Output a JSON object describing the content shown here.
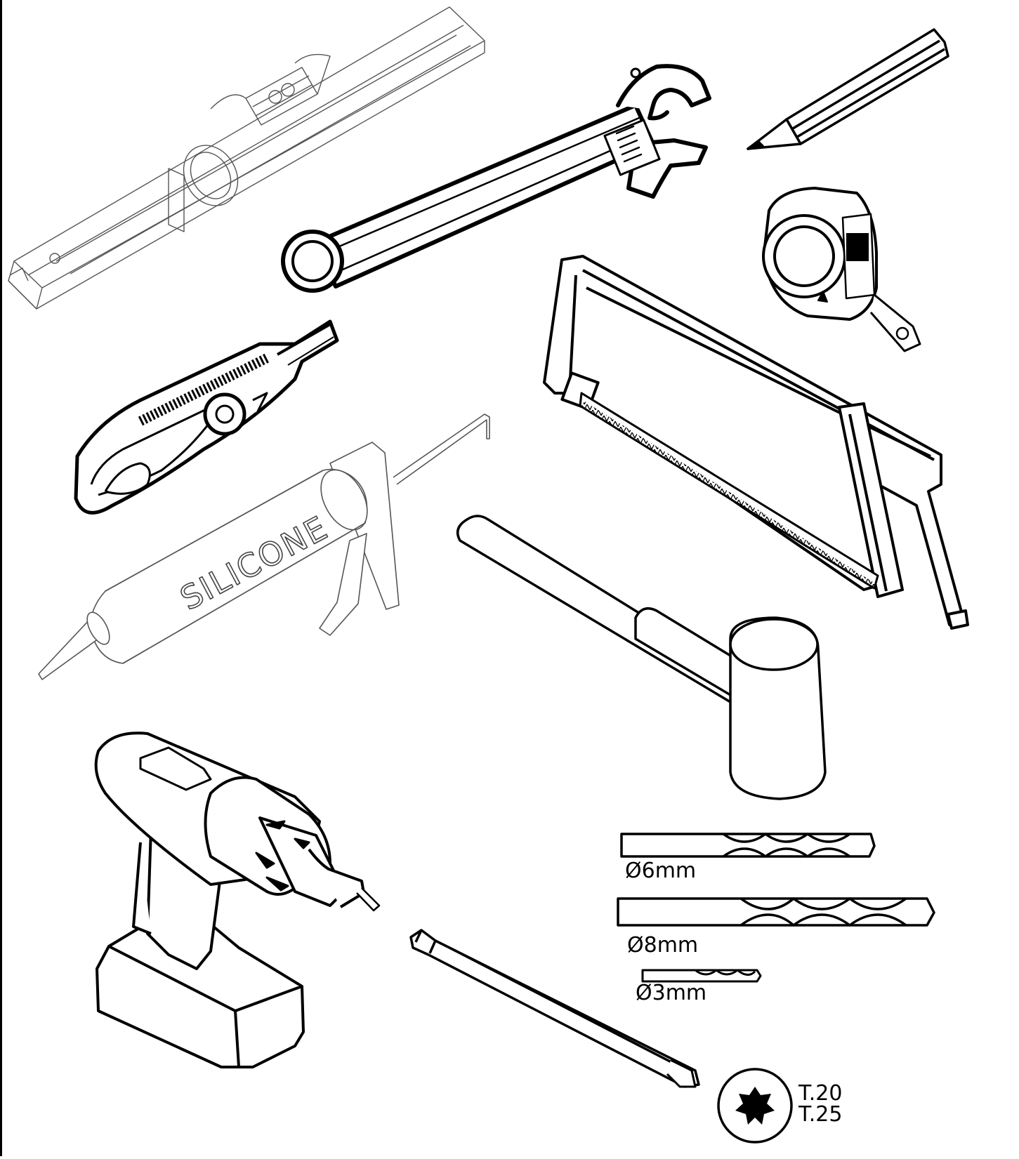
{
  "labels": {
    "cartridge_text": "SILICONE",
    "drill_bit_6": "Ø6mm",
    "drill_bit_8": "Ø8mm",
    "drill_bit_3": "Ø3mm",
    "torx_size_1": "T.20",
    "torx_size_2": "T.25"
  },
  "colors": {
    "ink": "#000000",
    "paper": "#ffffff",
    "light_ink": "#777777"
  }
}
